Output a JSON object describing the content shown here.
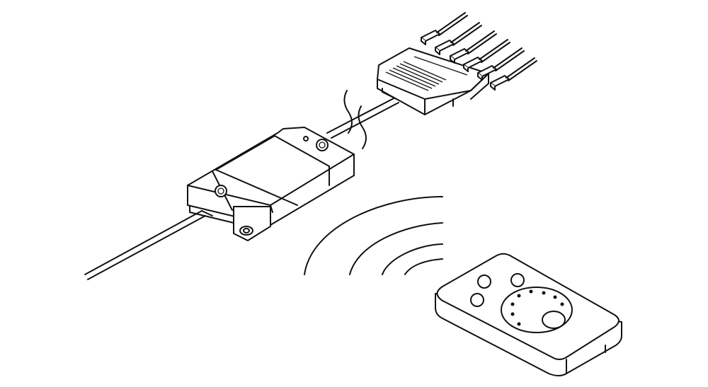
{
  "illustration": {
    "line_color": "#111111",
    "background": "#ffffff",
    "parts": [
      "controller-box",
      "power-cable",
      "distribution-connector",
      "led-plugs",
      "wireless-signal",
      "remote-control"
    ]
  }
}
